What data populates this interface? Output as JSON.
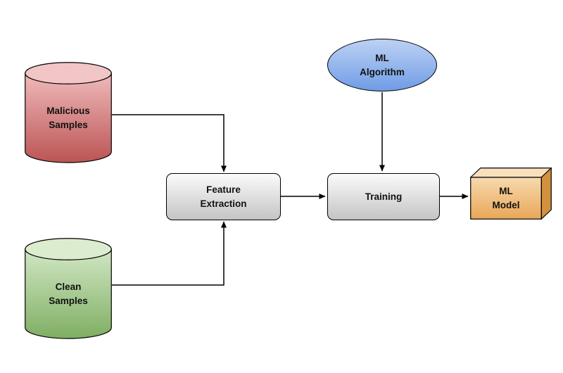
{
  "diagram": {
    "background": "#ffffff",
    "nodes": {
      "malicious_samples": {
        "shape": "cylinder",
        "label": "Malicious\nSamples",
        "fill_top": "#f0baba",
        "fill_bottom": "#bb5454",
        "stroke": "#000000"
      },
      "clean_samples": {
        "shape": "cylinder",
        "label": "Clean\nSamples",
        "fill_top": "#d2e7c4",
        "fill_bottom": "#7fae63",
        "stroke": "#000000"
      },
      "feature_extraction": {
        "shape": "rounded-rect",
        "label": "Feature\nExtraction",
        "fill_top": "#fbfbfb",
        "fill_bottom": "#c4c4c4",
        "stroke": "#000000"
      },
      "training": {
        "shape": "rounded-rect",
        "label": "Training",
        "fill_top": "#fbfbfb",
        "fill_bottom": "#c4c4c4",
        "stroke": "#000000"
      },
      "ml_algorithm": {
        "shape": "ellipse",
        "label": "ML\nAlgorithm",
        "fill_top": "#bdd2f4",
        "fill_bottom": "#6f9ce6",
        "stroke": "#000000"
      },
      "ml_model": {
        "shape": "cube",
        "label": "ML\nModel",
        "fill_top": "#f7d9ae",
        "fill_bottom": "#e9a758",
        "stroke": "#000000"
      }
    },
    "connectors": [
      {
        "from": "malicious_samples",
        "to": "feature_extraction"
      },
      {
        "from": "clean_samples",
        "to": "feature_extraction"
      },
      {
        "from": "feature_extraction",
        "to": "training"
      },
      {
        "from": "ml_algorithm",
        "to": "training"
      },
      {
        "from": "training",
        "to": "ml_model"
      }
    ]
  }
}
